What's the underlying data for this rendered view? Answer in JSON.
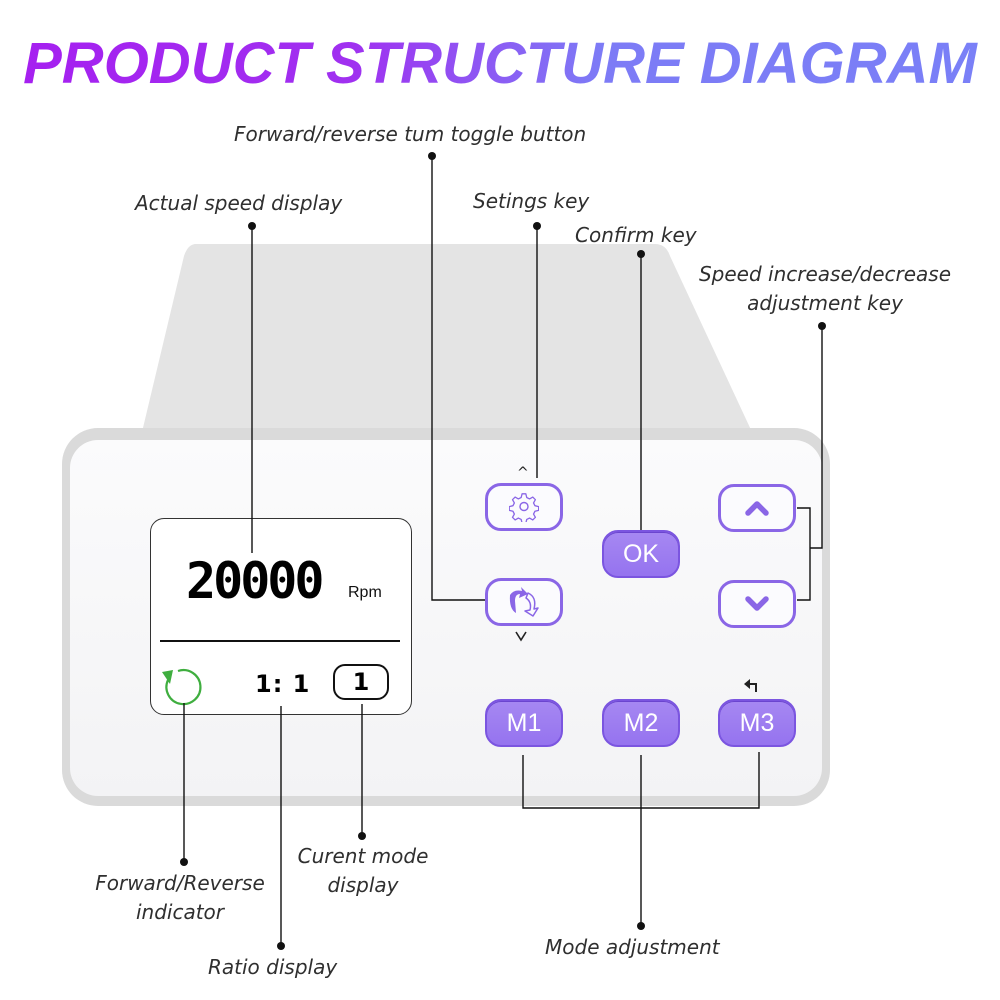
{
  "title": "PRODUCT STRUCTURE DIAGRAM",
  "colors": {
    "title_gradient_start": "#a61ff0",
    "title_gradient_end": "#7a80f7",
    "key_accent": "#8a66e6",
    "key_fill": "#9b7bf0",
    "direction_indicator": "#3fae3f"
  },
  "callouts": {
    "forward_reverse_toggle": "Forward/reverse tum toggle button",
    "actual_speed_display": "Actual speed display",
    "settings_key": "Setings key",
    "confirm_key": "Confirm key",
    "speed_adjust_line1": "Speed increase/decrease",
    "speed_adjust_line2": "adjustment key",
    "direction_indicator_line1": "Forward/Reverse",
    "direction_indicator_line2": "indicator",
    "current_mode_line1": "Curent mode",
    "current_mode_line2": "display",
    "ratio_display": "Ratio display",
    "mode_adjustment": "Mode adjustment"
  },
  "lcd": {
    "speed_value": "20000",
    "speed_unit": "Rpm",
    "ratio": "1: 1",
    "current_mode": "1",
    "direction_icon": "rotate-ccw-icon"
  },
  "keys": {
    "settings": {
      "icon": "gear-icon"
    },
    "toggle_direction": {
      "icon": "reverse-arrows-icon"
    },
    "ok": {
      "label": "OK"
    },
    "speed_up": {
      "icon": "chevron-up-icon"
    },
    "speed_down": {
      "icon": "chevron-down-icon"
    },
    "m1": {
      "label": "M1"
    },
    "m2": {
      "label": "M2"
    },
    "m3": {
      "label": "M3"
    }
  }
}
